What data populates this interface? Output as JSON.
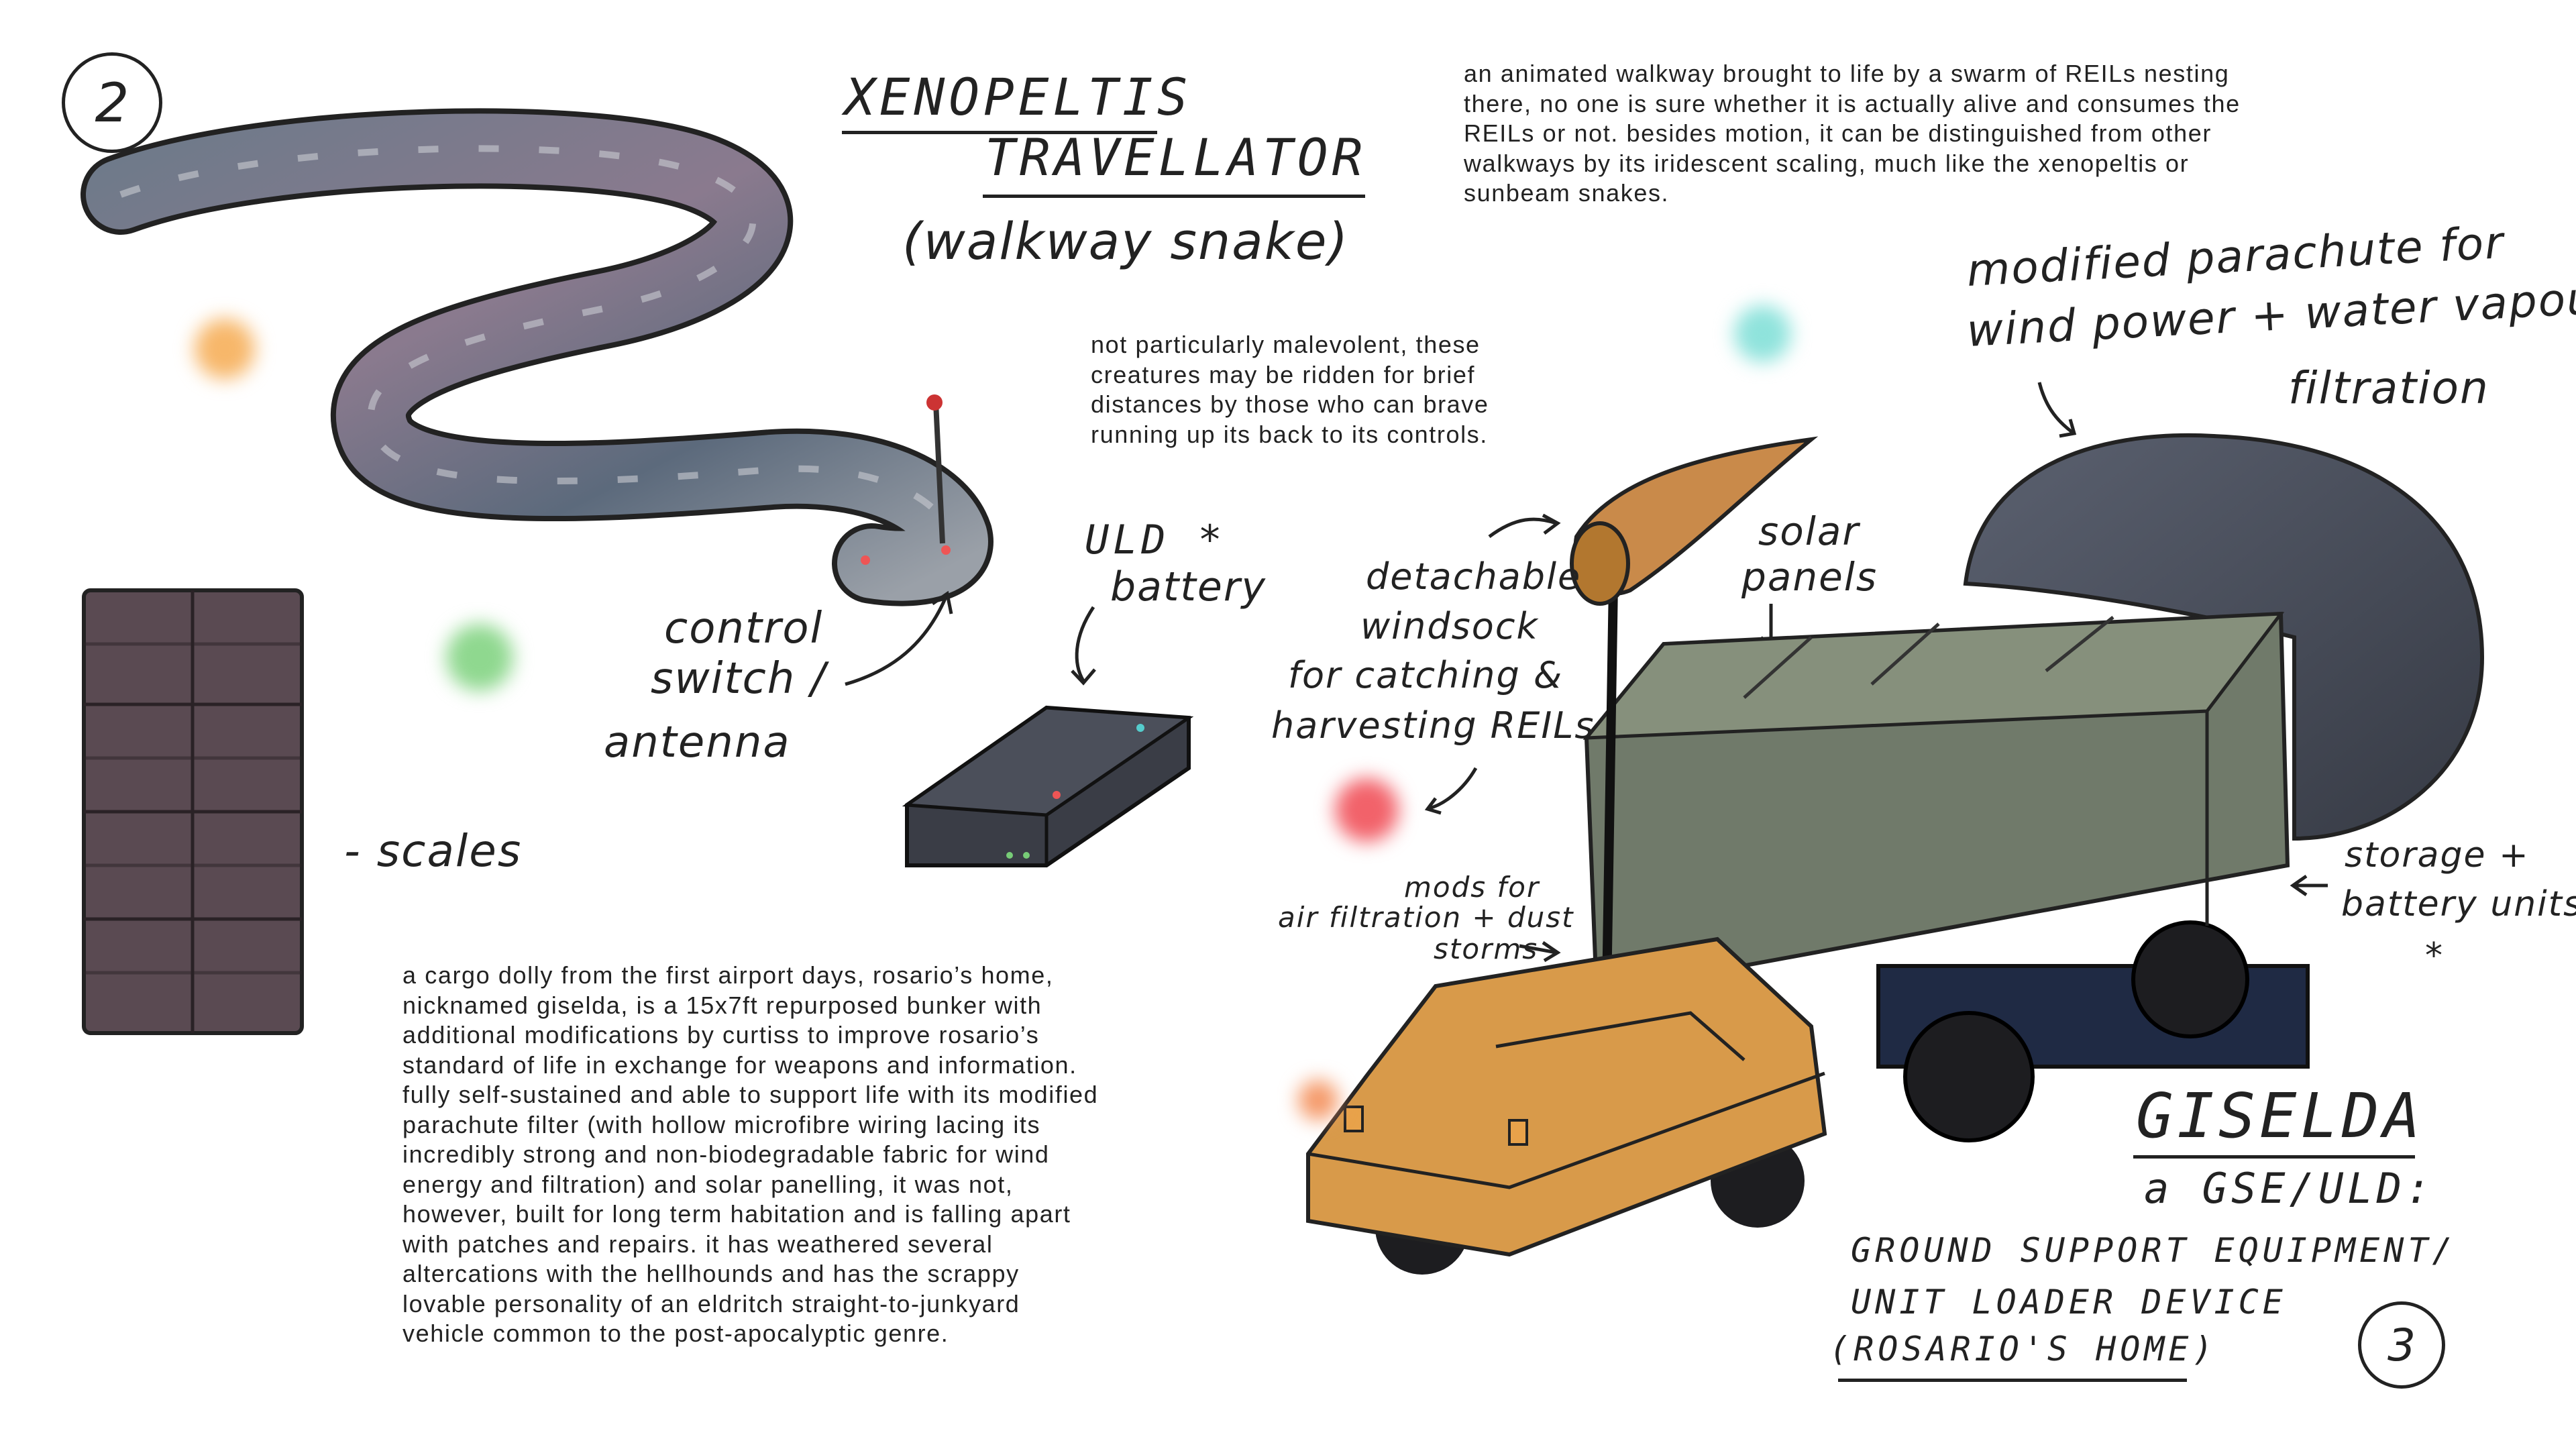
{
  "page_numbers": {
    "snake": "2",
    "giselda": "3"
  },
  "snake": {
    "title_line1": "XENOPELTIS",
    "title_line2": "TRAVELLATOR",
    "subtitle": "(walkway snake)",
    "description": "an animated walkway brought to life by a swarm of REILs nesting\nthere, no one is sure whether it is actually alive and consumes the\nREILs or not. besides motion, it can be distinguished from other\nwalkways by its iridescent scaling, much like the xenopeltis or\nsunbeam snakes.",
    "note": "not particularly malevolent, these\ncreatures may be ridden for brief\ndistances by those who can brave\nrunning up its back to its controls.",
    "label_control": "control",
    "label_switch": "switch /",
    "label_antenna": "antenna",
    "label_scales": "- scales"
  },
  "battery": {
    "label_uld": "ULD *",
    "label_battery": "battery"
  },
  "giselda": {
    "label_windsock": [
      "detachable",
      "windsock",
      "for catching &",
      "harvesting REILs"
    ],
    "label_solar": [
      "solar",
      "panels"
    ],
    "label_parachute": [
      "modified parachute for",
      "wind power + water vapour",
      "filtration"
    ],
    "label_mods": [
      "mods for",
      "air filtration + dust",
      "storms"
    ],
    "label_storage": [
      "storage +",
      "battery units",
      "*"
    ],
    "title": "GISELDA",
    "subtitle": "a GSE/ULD:",
    "caption_line1": "GROUND SUPPORT EQUIPMENT/",
    "caption_line2": "UNIT LOADER DEVICE",
    "caption_line3": "(ROSARIO'S HOME)",
    "description": "a cargo dolly from the first airport days, rosario’s home,\nnicknamed giselda, is a 15x7ft repurposed bunker with\nadditional modifications by curtiss to improve rosario’s\nstandard of life in exchange for weapons and information.\nfully self-sustained and able to support life with its modified\nparachute filter (with hollow microfibre wiring lacing its\nincredibly strong and non-biodegradable fabric for wind\nenergy and filtration) and solar panelling, it was not,\nhowever, built for long term habitation and is falling apart\nwith patches and repairs. it has weathered several\naltercations with the hellhounds and has the scrappy\nlovable personality of an eldritch straight-to-junkyard\nvehicle common to the post-apocalyptic genre."
  },
  "colors": {
    "ink": "#222222",
    "reil_orange": "#f7b76a",
    "reil_green": "#8fd88f",
    "reil_teal": "#8fe3dc",
    "reil_red": "#f2626a",
    "cart_orange": "#d89a4a",
    "container_green": "#6f7a66",
    "parachute_grey": "#4a4f5a"
  }
}
